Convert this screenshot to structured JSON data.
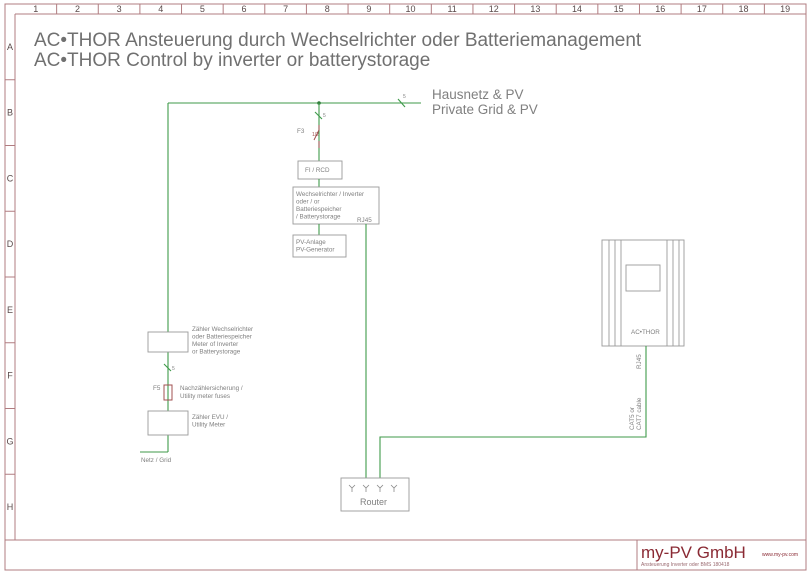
{
  "frame": {
    "columns": [
      "1",
      "2",
      "3",
      "4",
      "5",
      "6",
      "7",
      "8",
      "9",
      "10",
      "11",
      "12",
      "13",
      "14",
      "15",
      "16",
      "17",
      "18",
      "19"
    ],
    "rows": [
      "A",
      "B",
      "C",
      "D",
      "E",
      "F",
      "G",
      "H"
    ]
  },
  "title": {
    "line1": "AC•THOR Ansteuerung durch Wechselrichter oder Batteriemanagement",
    "line2": "AC•THOR Control by inverter or batterystorage"
  },
  "grid_label": {
    "line1": "Hausnetz & PV",
    "line2": "Private Grid & PV",
    "wire_count": "5"
  },
  "branch": {
    "wire_count": "5",
    "fuse_label": "F3",
    "fi_rcd": "FI / RCD",
    "inverter": [
      "Wechselrichter / Inverter",
      "oder / or",
      "Batteriespeicher",
      "/ Batterystorage"
    ],
    "rj45": "RJ45",
    "pv": [
      "PV-Anlage",
      "PV-Generator"
    ]
  },
  "meter_side": {
    "meter_inverter": [
      "Zähler Wechselrichter",
      "oder Batteriespeicher",
      "Meter of Inverter",
      "or Batterystorage"
    ],
    "wire_count": "5",
    "fuse_label": "F5",
    "fuse_desc": [
      "Nachzählersicherung /",
      "Utility meter fuses"
    ],
    "utility_meter": [
      "Zähler EVU /",
      "Utility Meter"
    ],
    "grid": "Netz / Grid"
  },
  "acthor": {
    "label": "AC•THOR",
    "rj45": "RJ45",
    "cable": [
      "CAT5 or",
      "CAT7 cable"
    ]
  },
  "router": {
    "label": "Router"
  },
  "titleblock": {
    "company": "my-PV GmbH",
    "url": "www.my-pv.com",
    "doc": "Ansteuerung Inverter oder BMS 180418"
  },
  "colors": {
    "frame": "#b07c80",
    "wire": "#3f9a4a",
    "brand": "#8a2a34"
  }
}
